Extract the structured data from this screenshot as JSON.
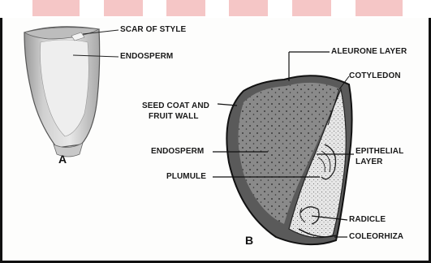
{
  "panels": {
    "a": "A",
    "b": "B"
  },
  "labels_a": {
    "scar_of_style": "SCAR OF STYLE",
    "endosperm": "ENDOSPERM"
  },
  "labels_b": {
    "aleurone_layer": "ALEURONE LAYER",
    "cotyledon": "COTYLEDON",
    "seed_coat_line1": "SEED COAT AND",
    "seed_coat_line2": "FRUIT WALL",
    "endosperm": "ENDOSPERM",
    "epithelial_line1": "EPITHELIAL",
    "epithelial_line2": "LAYER",
    "plumule": "PLUMULE",
    "radicle": "RADICLE",
    "coleorhiza": "COLEORHIZA"
  }
}
